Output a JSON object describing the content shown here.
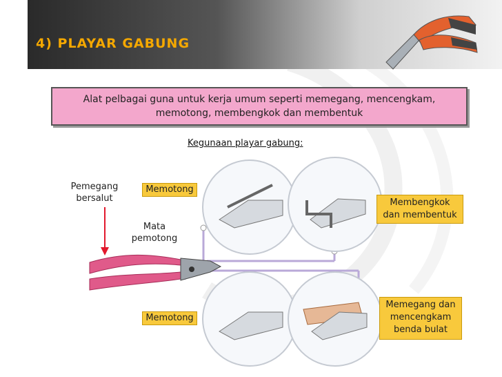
{
  "title": "4) PLAYAR GABUNG",
  "description": "Alat pelbagai guna untuk kerja umum seperti memegang, mencengkam, memotong, membengkok dan membentuk",
  "section_heading": "Kegunaan playar gabung:",
  "labels": {
    "pemegang_bersalut": "Pemegang bersalut",
    "memotong_top": "Memotong",
    "mata_pemotong": "Mata pemotong",
    "memotong_bottom": "Memotong",
    "membengkok": "Membengkok dan membentuk",
    "memegang": "Memegang dan mencengkam benda bulat"
  },
  "colors": {
    "title": "#f5a800",
    "description_box": "#f3a7cc",
    "callout": "#f8c93c",
    "handle": "#e05a8a",
    "arrow": "#e2182c"
  }
}
